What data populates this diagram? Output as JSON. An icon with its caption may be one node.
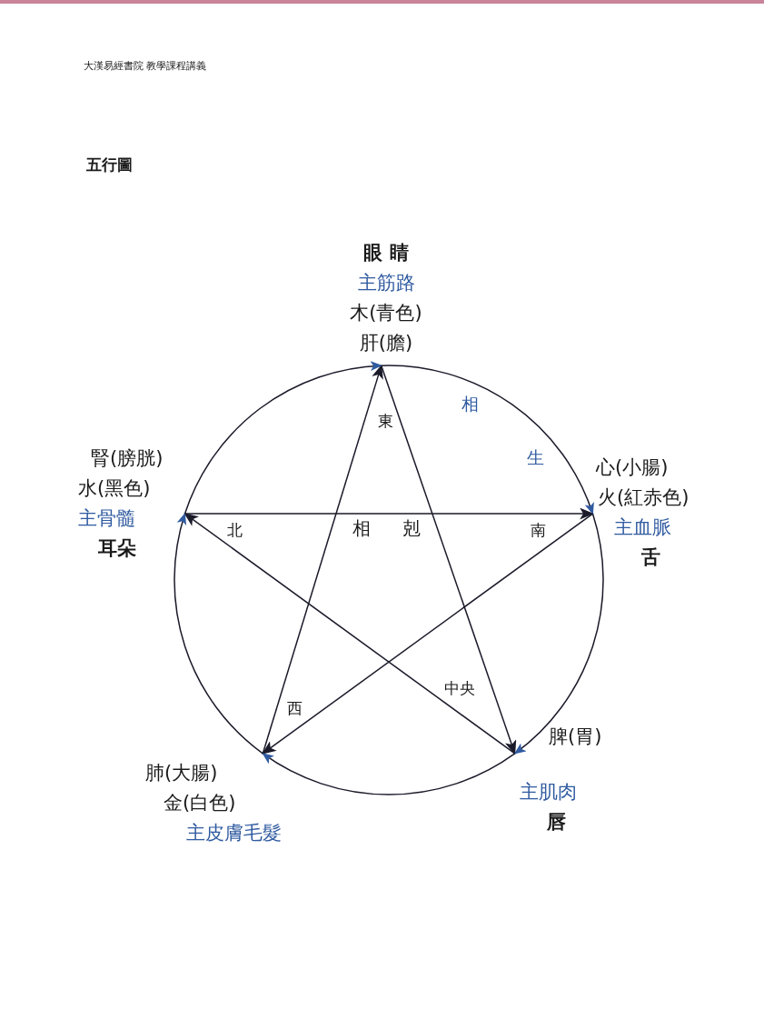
{
  "diagram": {
    "title": "五行圖",
    "nodes": [
      {
        "text": [
          "眼 睛",
          "主筋路",
          "木(青色)",
          "肝(膽)"
        ]
      },
      {
        "text": [
          "腎(膀胱)",
          "水(黑色)",
          "主骨髓",
          "耳朵"
        ]
      },
      {
        "text": [
          "心(小腸)",
          "火(紅赤色)",
          "主血脈",
          "舌"
        ]
      },
      {
        "text": [
          "肺(大腸)",
          "金(白色)",
          "主皮膚毛髮"
        ]
      },
      {
        "text": [
          "脾(胃)",
          "主肌肉",
          "唇"
        ]
      }
    ],
    "edges": [
      {
        "from": 1,
        "to": 2,
        "arrow": "to"
      },
      {
        "from": 2,
        "to": 3,
        "arrow": "to"
      },
      {
        "from": 3,
        "to": 0,
        "arrow": "to"
      },
      {
        "from": 0,
        "to": 4,
        "arrow": "to"
      },
      {
        "from": 4,
        "to": 1,
        "arrow": "to"
      },
      {
        "from": 0,
        "to": 2,
        "arrow": "to"
      },
      {
        "from": 2,
        "to": 4,
        "arrow": "to"
      },
      {
        "from": 4,
        "to": 3,
        "arrow": "to"
      },
      {
        "from": 3,
        "to": 1,
        "arrow": "to"
      },
      {
        "from": 1,
        "to": 0,
        "arrow": "to"
      }
    ],
    "labels": [
      "大漢易經書院 教學課程講義",
      "東",
      "相",
      "生",
      "北",
      "相",
      "剋",
      "南",
      "中央",
      "西"
    ]
  }
}
